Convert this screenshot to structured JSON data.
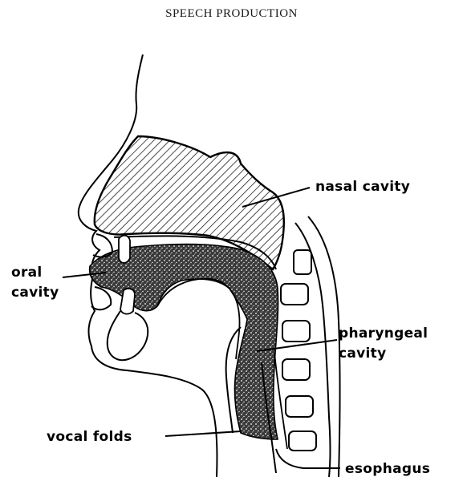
{
  "page": {
    "title": "SPEECH PRODUCTION"
  },
  "diagram": {
    "labels": {
      "nasal_cavity": "nasal cavity",
      "oral_cavity_line1": "oral",
      "oral_cavity_line2": "cavity",
      "pharyngeal_cavity_line1": "pharyngeal",
      "pharyngeal_cavity_line2": "cavity",
      "vocal_folds": "vocal folds",
      "esophagus": "esophagus"
    },
    "colors": {
      "ink": "#000000",
      "background": "#ffffff"
    }
  }
}
